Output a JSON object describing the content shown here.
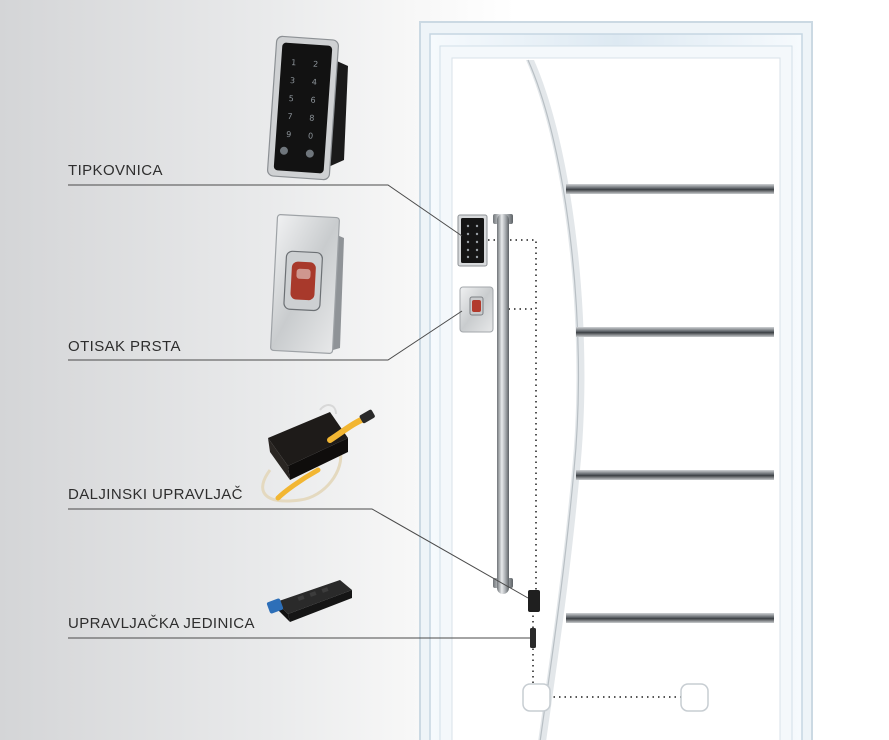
{
  "labels": {
    "keypad": "TIPKOVNICA",
    "fingerprint": "OTISAK PRSTA",
    "remote": "DALJINSKI UPRAVLJAČ",
    "control_unit": "UPRAVLJAČKA JEDINICA"
  },
  "colors": {
    "door": "#ffffff",
    "frame": "#e4eef5",
    "steel": "#8d9296",
    "keypad_body": "#141414",
    "fingerprint_sensor": "#b23a2c",
    "remote_cable": "#f2b632",
    "control_unit_accent": "#2d6fb8"
  },
  "icons": {
    "keypad": "keypad-icon",
    "fingerprint": "fingerprint-icon",
    "remote": "remote-receiver-icon",
    "control_unit": "control-unit-icon"
  }
}
